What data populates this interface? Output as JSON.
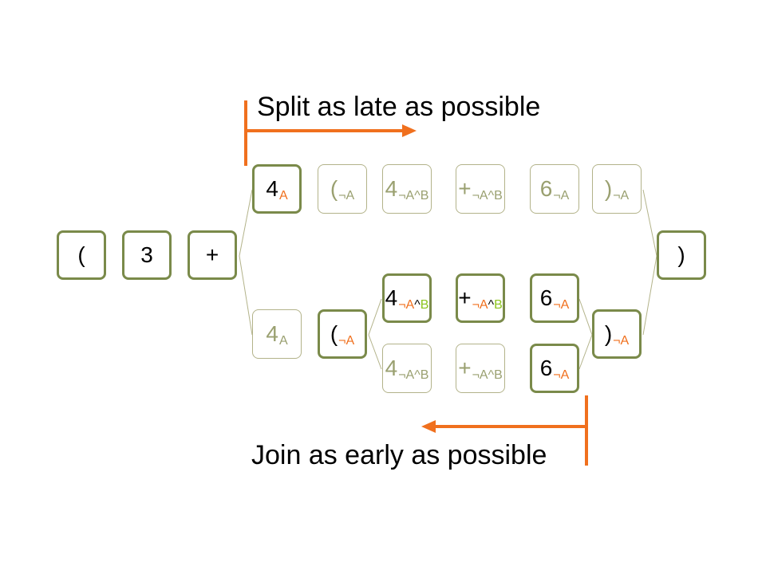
{
  "captions": {
    "split": "Split as late as possible",
    "join": "Join as early as possible"
  },
  "colors": {
    "accent_orange": "#F0701E",
    "accent_green": "#8CC41E",
    "box_border": "#7A8A4A",
    "faded": "#9AA070"
  },
  "tokens": {
    "shared": [
      "(",
      "3",
      "+",
      ")"
    ],
    "upper": [
      {
        "base": "4",
        "sub": "A"
      },
      {
        "base": "(",
        "sub": "¬A"
      },
      {
        "base": "4",
        "sub": "¬A^B"
      },
      {
        "base": "+",
        "sub": "¬A^B"
      },
      {
        "base": "6",
        "sub": "¬A"
      },
      {
        "base": ")",
        "sub": "¬A"
      }
    ],
    "lower": [
      {
        "base": "4",
        "sub": "A"
      },
      {
        "base": "(",
        "sub": "¬A"
      },
      {
        "base": ")",
        "sub": "¬A"
      }
    ],
    "branch_b": [
      {
        "base": "4",
        "sub_a": "¬A",
        "caret": "^",
        "sub_b": "B"
      },
      {
        "base": "+",
        "sub_a": "¬A",
        "caret": "^",
        "sub_b": "B"
      },
      {
        "base": "6",
        "sub": "¬A"
      }
    ],
    "branch_c": [
      {
        "base": "4",
        "sub": "¬A^B"
      },
      {
        "base": "+",
        "sub": "¬A^B"
      },
      {
        "base": "6",
        "sub": "¬A"
      }
    ]
  }
}
